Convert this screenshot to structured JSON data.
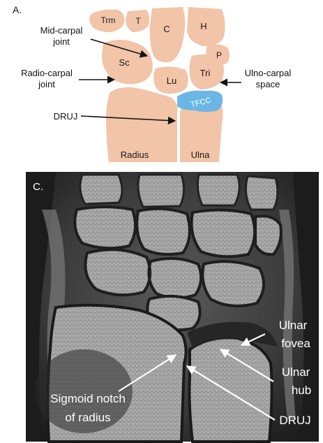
{
  "panel_a": {
    "tag": "A.",
    "bones": {
      "trm": "Trm",
      "t": "T",
      "c": "C",
      "h": "H",
      "sc": "Sc",
      "p": "P",
      "lu": "Lu",
      "tri": "Tri",
      "tfcc": "TFCC",
      "radius": "Radius",
      "ulna": "Ulna"
    },
    "labels": {
      "midcarpal_1": "Mid-carpal",
      "midcarpal_2": "joint",
      "radiocarpal_1": "Radio-carpal",
      "radiocarpal_2": "joint",
      "ulnocarpal_1": "Ulno-carpal",
      "ulnocarpal_2": "space",
      "druj": "DRUJ"
    },
    "colors": {
      "bone": "#f2c4a8",
      "tfcc": "#6ab7e6"
    }
  },
  "panel_c": {
    "tag": "C.",
    "labels": {
      "ulnar_fovea_1": "Ulnar",
      "ulnar_fovea_2": "fovea",
      "ulnar_hub_1": "Ulnar",
      "ulnar_hub_2": "hub",
      "sigmoid_1": "Sigmoid notch",
      "sigmoid_2": "of radius",
      "druj": "DRUJ"
    }
  }
}
